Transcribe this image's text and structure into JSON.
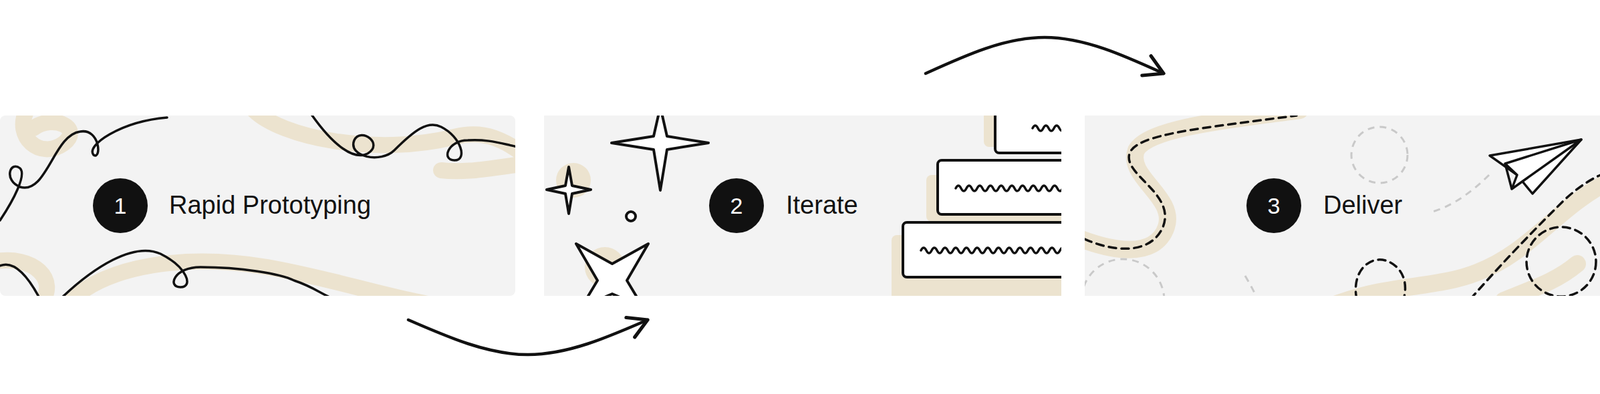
{
  "diagram": {
    "nodes": [
      {
        "text": [
          "Rapid Prototyping"
        ]
      },
      {
        "text": [
          "1"
        ],
        "in": 0
      },
      {
        "text": [
          "Iterate"
        ]
      },
      {
        "text": [
          "2"
        ],
        "in": 2
      },
      {
        "text": [
          "Deliver"
        ]
      },
      {
        "text": [
          "3"
        ],
        "in": 4
      }
    ],
    "edges": [
      {
        "from": 0,
        "to": 2,
        "arrow": "to"
      },
      {
        "from": 2,
        "to": 4,
        "arrow": "to"
      }
    ]
  }
}
